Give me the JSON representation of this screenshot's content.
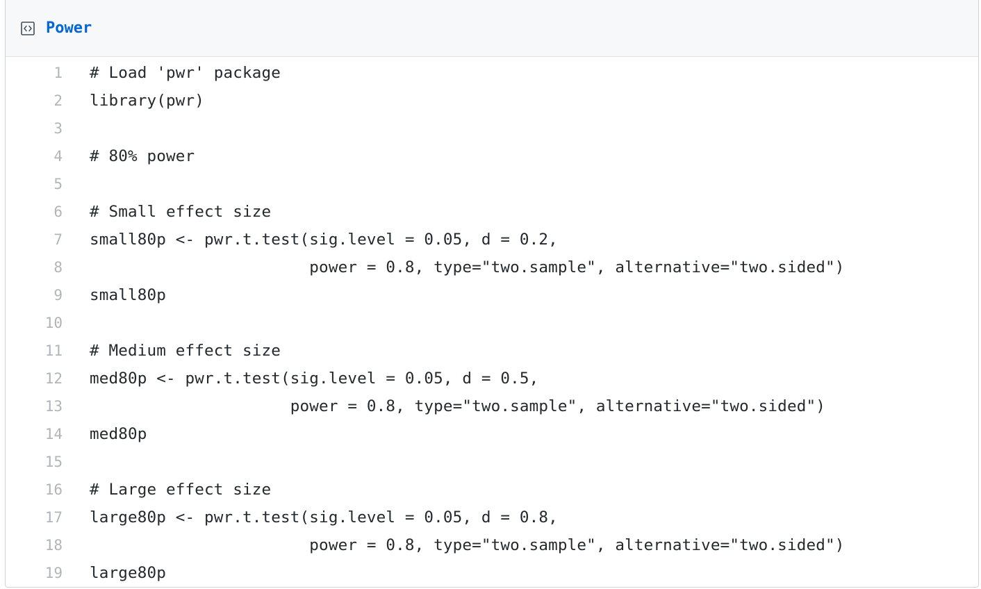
{
  "file": {
    "title": "Power",
    "icon": "code-file-icon",
    "lines": [
      {
        "num": "1",
        "code": "# Load 'pwr' package"
      },
      {
        "num": "2",
        "code": "library(pwr)"
      },
      {
        "num": "3",
        "code": ""
      },
      {
        "num": "4",
        "code": "# 80% power"
      },
      {
        "num": "5",
        "code": ""
      },
      {
        "num": "6",
        "code": "# Small effect size"
      },
      {
        "num": "7",
        "code": "small80p <- pwr.t.test(sig.level = 0.05, d = 0.2,"
      },
      {
        "num": "8",
        "code": "                       power = 0.8, type=\"two.sample\", alternative=\"two.sided\")"
      },
      {
        "num": "9",
        "code": "small80p"
      },
      {
        "num": "10",
        "code": ""
      },
      {
        "num": "11",
        "code": "# Medium effect size"
      },
      {
        "num": "12",
        "code": "med80p <- pwr.t.test(sig.level = 0.05, d = 0.5,"
      },
      {
        "num": "13",
        "code": "                     power = 0.8, type=\"two.sample\", alternative=\"two.sided\")"
      },
      {
        "num": "14",
        "code": "med80p"
      },
      {
        "num": "15",
        "code": ""
      },
      {
        "num": "16",
        "code": "# Large effect size"
      },
      {
        "num": "17",
        "code": "large80p <- pwr.t.test(sig.level = 0.05, d = 0.8,"
      },
      {
        "num": "18",
        "code": "                       power = 0.8, type=\"two.sample\", alternative=\"two.sided\")"
      },
      {
        "num": "19",
        "code": "large80p"
      }
    ]
  },
  "colors": {
    "title_link": "#0366d6",
    "line_number": "#b1b5ba",
    "code_text": "#24292e",
    "header_bg": "#f6f8fa",
    "border": "#d1d5da"
  }
}
